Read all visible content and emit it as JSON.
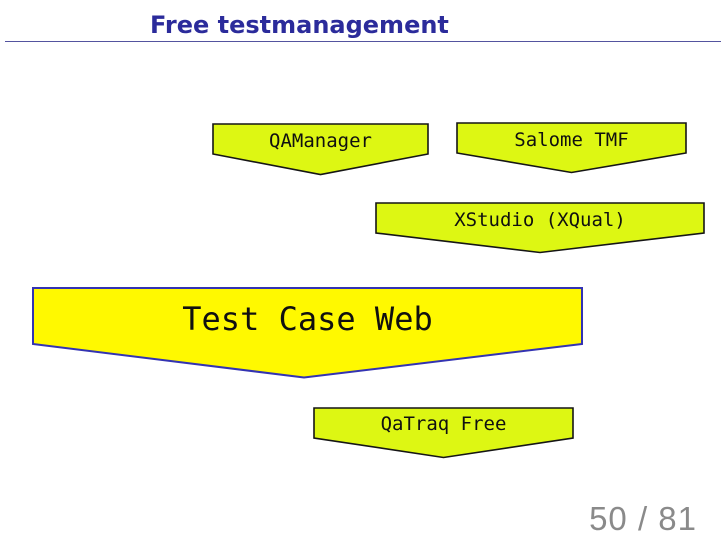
{
  "slide": {
    "title": "Free testmanagement",
    "page_number": "50 / 81",
    "banners": [
      {
        "label": "QAManager"
      },
      {
        "label": "Salome TMF"
      },
      {
        "label": "XStudio (XQual)"
      },
      {
        "label": "Test Case Web"
      },
      {
        "label": "QaTraq Free"
      }
    ],
    "colors": {
      "title_color": "#2b2b9b",
      "rule_color": "#53539f",
      "banner_green_fill": "#ddf713",
      "banner_green_border": "#151515",
      "banner_yellow_fill": "#fff900",
      "banner_yellow_border": "#3333b2",
      "page_number_color": "#8a8a8a"
    }
  }
}
